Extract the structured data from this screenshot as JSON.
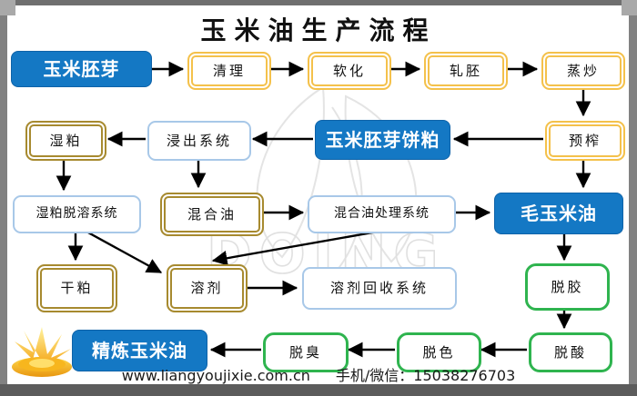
{
  "title": "玉米油生产流程",
  "footer": {
    "website": "www.liangyoujixie.com.cn",
    "contact": "手机/微信：15038276703"
  },
  "watermark": {
    "text": "DOING"
  },
  "colors": {
    "node_fill_blue": "#1478c4",
    "border_yellow": "#f4c14b",
    "border_olive": "#a78a2f",
    "border_lightblue": "#a8c8e8",
    "border_green": "#2fb44f",
    "arrow": "#000000",
    "frame_gray": "#7f7f7f"
  },
  "flow": {
    "nodes": [
      {
        "id": "corn-germ",
        "label": "玉米胚芽",
        "style": "blue"
      },
      {
        "id": "cleaning",
        "label": "清理",
        "style": "yellow"
      },
      {
        "id": "softening",
        "label": "软化",
        "style": "yellow"
      },
      {
        "id": "flaking",
        "label": "轧胚",
        "style": "yellow"
      },
      {
        "id": "steaming",
        "label": "蒸炒",
        "style": "yellow"
      },
      {
        "id": "pre-pressing",
        "label": "预榨",
        "style": "yellow"
      },
      {
        "id": "corn-germ-cake",
        "label": "玉米胚芽饼粕",
        "style": "blue"
      },
      {
        "id": "extraction-system",
        "label": "浸出系统",
        "style": "lightblue"
      },
      {
        "id": "wet-meal",
        "label": "湿粕",
        "style": "olive"
      },
      {
        "id": "wet-meal-desolventizing-system",
        "label": "湿粕脱溶系统",
        "style": "lightblue"
      },
      {
        "id": "mixed-oil",
        "label": "混合油",
        "style": "olive"
      },
      {
        "id": "mixed-oil-treatment-system",
        "label": "混合油处理系统",
        "style": "lightblue"
      },
      {
        "id": "crude-corn-oil",
        "label": "毛玉米油",
        "style": "blue"
      },
      {
        "id": "dry-meal",
        "label": "干粕",
        "style": "olive"
      },
      {
        "id": "solvent",
        "label": "溶剂",
        "style": "olive"
      },
      {
        "id": "solvent-recovery-system",
        "label": "溶剂回收系统",
        "style": "lightblue"
      },
      {
        "id": "degumming",
        "label": "脱胶",
        "style": "green"
      },
      {
        "id": "deacidification",
        "label": "脱酸",
        "style": "green"
      },
      {
        "id": "decolorization",
        "label": "脱色",
        "style": "green"
      },
      {
        "id": "deodorization",
        "label": "脱臭",
        "style": "green"
      },
      {
        "id": "refined-corn-oil",
        "label": "精炼玉米油",
        "style": "blue"
      }
    ],
    "edges": [
      {
        "from": "corn-germ",
        "to": "cleaning"
      },
      {
        "from": "cleaning",
        "to": "softening"
      },
      {
        "from": "softening",
        "to": "flaking"
      },
      {
        "from": "flaking",
        "to": "steaming"
      },
      {
        "from": "steaming",
        "to": "pre-pressing"
      },
      {
        "from": "pre-pressing",
        "to": "corn-germ-cake"
      },
      {
        "from": "corn-germ-cake",
        "to": "extraction-system"
      },
      {
        "from": "extraction-system",
        "to": "wet-meal"
      },
      {
        "from": "wet-meal",
        "to": "wet-meal-desolventizing-system"
      },
      {
        "from": "extraction-system",
        "to": "mixed-oil"
      },
      {
        "from": "pre-pressing",
        "to": "crude-corn-oil"
      },
      {
        "from": "wet-meal-desolventizing-system",
        "to": "dry-meal"
      },
      {
        "from": "wet-meal-desolventizing-system",
        "to": "solvent"
      },
      {
        "from": "mixed-oil",
        "to": "mixed-oil-treatment-system"
      },
      {
        "from": "mixed-oil-treatment-system",
        "to": "crude-corn-oil"
      },
      {
        "from": "mixed-oil-treatment-system",
        "to": "solvent"
      },
      {
        "from": "solvent",
        "to": "solvent-recovery-system"
      },
      {
        "from": "crude-corn-oil",
        "to": "degumming"
      },
      {
        "from": "degumming",
        "to": "deacidification"
      },
      {
        "from": "deacidification",
        "to": "decolorization"
      },
      {
        "from": "decolorization",
        "to": "deodorization"
      },
      {
        "from": "deodorization",
        "to": "refined-corn-oil"
      }
    ]
  }
}
